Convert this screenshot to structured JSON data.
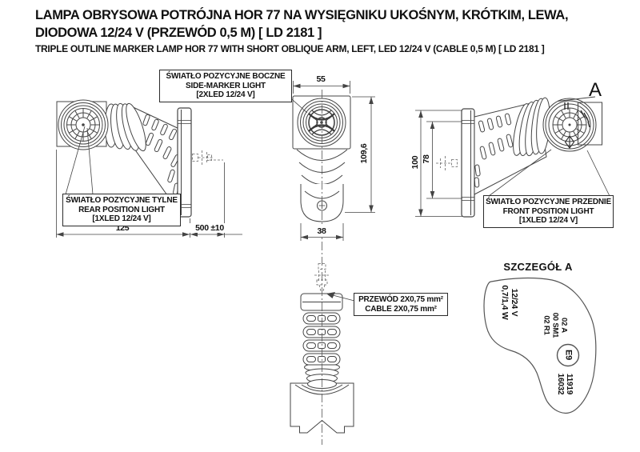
{
  "title": {
    "pl_line1": "LAMPA OBRYSOWA POTRÓJNA HOR 77 NA WYSIĘGNIKU UKOŚNYM, KRÓTKIM, LEWA,",
    "pl_line2": "DIODOWA 12/24 V (PRZEWÓD 0,5 M) [ LD 2181 ]",
    "en_line": "TRIPLE OUTLINE MARKER LAMP HOR 77 WITH SHORT OBLIQUE ARM, LEFT, LED 12/24 V (CABLE 0,5 M) [ LD 2181 ]"
  },
  "callouts": {
    "side_marker": {
      "line1": "ŚWIATŁO POZYCYJNE BOCZNE",
      "line2": "SIDE-MARKER LIGHT",
      "line3": "[2XLED 12/24 V]"
    },
    "rear_position": {
      "line1": "ŚWIATŁO POZYCYJNE TYLNE",
      "line2": "REAR POSITION LIGHT",
      "line3": "[1XLED 12/24 V]"
    },
    "front_position": {
      "line1": "ŚWIATŁO POZYCYJNE PRZEDNIE",
      "line2": "FRONT POSITION LIGHT",
      "line3": "[1XLED 12/24 V]"
    },
    "cable": {
      "line1": "PRZEWÓD 2X0,75 mm²",
      "line2": "CABLE 2X0,75 mm²"
    }
  },
  "dimensions": {
    "lamp_width": "125",
    "cable_length": "500 ±10",
    "head_width": "55",
    "overall_height": "109,6",
    "base_width": "38",
    "bracket_outer_height": "100",
    "bracket_inner_height": "78"
  },
  "detail_a": {
    "heading": "SZCZEGÓŁ A",
    "callout_letter": "A",
    "marking_voltage": "12/24 V",
    "marking_power": "0,7/1,4 W",
    "marking_row1": "02 A",
    "marking_row2": "00 SM1",
    "marking_row3": "02 R1",
    "e_mark": "E9",
    "approval_no1": "11919",
    "approval_no2": "16032"
  },
  "colors": {
    "background": "#ffffff",
    "line": "#404040",
    "text": "#111111"
  }
}
